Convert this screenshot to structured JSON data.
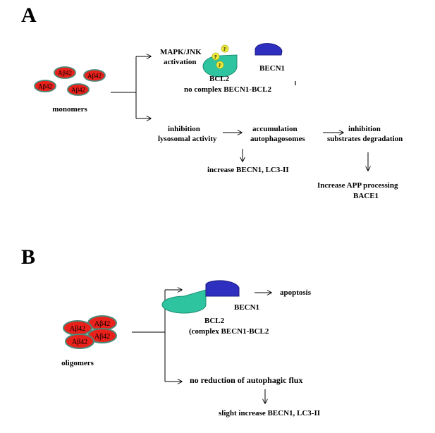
{
  "panel_a": {
    "letter": "A",
    "peptide_label": "Aβ42",
    "group_label": "monomers",
    "mapk_line1": "MAPK/JNK",
    "mapk_line2": "activation",
    "phospho_label": "P",
    "becn1_label": "BECN1",
    "bcl2_label": "BCL2",
    "complex_note": "no complex  BECN1-BCL2",
    "inhibition_lyso_line1": "inhibition",
    "inhibition_lyso_line2": "lysosomal activity",
    "accumulation_line1": "accumulation",
    "accumulation_line2": "autophagosomes",
    "inhibition_sub_line1": "inhibition",
    "inhibition_sub_line2": "substrates degradation",
    "increase_becn1": "increase BECN1,  LC3-II",
    "app_line1": "Increase APP processing",
    "app_line2": "BACE1"
  },
  "panel_b": {
    "letter": "B",
    "peptide_label": "Aβ42",
    "group_label": "oligomers",
    "apoptosis": "apoptosis",
    "becn1_label": "BECN1",
    "bcl2_label": "BCL2",
    "complex_note": "(complex  BECN1-BCL2",
    "flux_note": "no reduction of autophagic flux",
    "slight_increase": "slight increase BECN1,  LC3-II"
  },
  "colors": {
    "peptide_fill": "#e8211b",
    "peptide_stroke": "#4a8a7a",
    "bcl2_fill": "#2ec4a0",
    "becn1_fill": "#2f2fbf",
    "phospho_fill": "#f2ee3a"
  }
}
